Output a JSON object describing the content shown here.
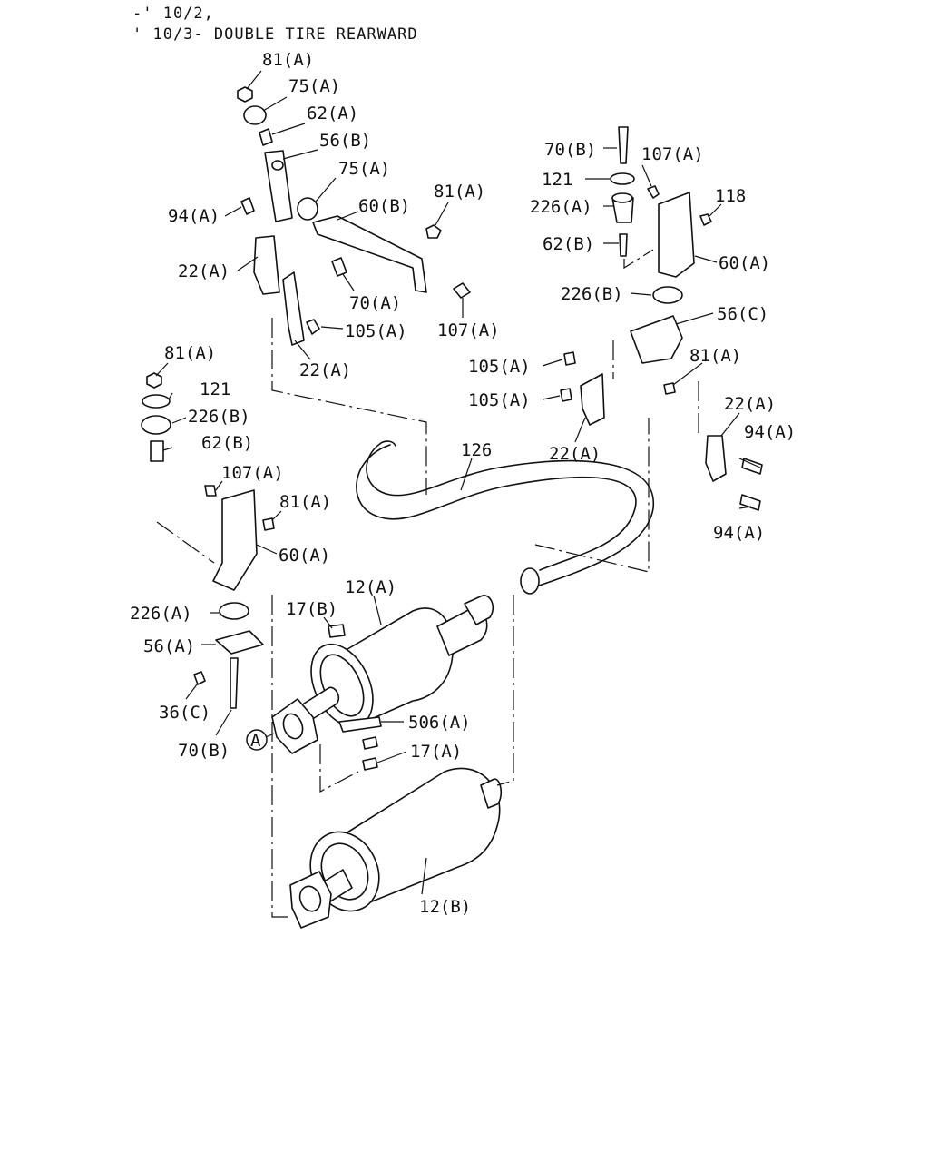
{
  "header": {
    "line1": "-' 10/2,",
    "line2": "' 10/3- DOUBLE TIRE REARWARD"
  },
  "callouts": {
    "c81a_1": "81(A)",
    "c75a_1": "75(A)",
    "c62a": "62(A)",
    "c56b": "56(B)",
    "c75a_2": "75(A)",
    "c94a_1": "94(A)",
    "c81a_2": "81(A)",
    "c60b": "60(B)",
    "c22a_1": "22(A)",
    "c70a": "70(A)",
    "c107a_1": "107(A)",
    "c105a_1": "105(A)",
    "c22a_2": "22(A)",
    "c70b_1": "70(B)",
    "c107a_2": "107(A)",
    "c121_1": "121",
    "c118": "118",
    "c226a_1": "226(A)",
    "c62b_1": "62(B)",
    "c60a_1": "60(A)",
    "c226b_1": "226(B)",
    "c56c": "56(C)",
    "c81a_3": "81(A)",
    "c105a_2": "105(A)",
    "c105a_3": "105(A)",
    "c22a_3": "22(A)",
    "c22a_4": "22(A)",
    "c94a_2": "94(A)",
    "c94a_3": "94(A)",
    "c126": "126",
    "c81a_4": "81(A)",
    "c121_2": "121",
    "c226b_2": "226(B)",
    "c62b_2": "62(B)",
    "c107a_3": "107(A)",
    "c81a_5": "81(A)",
    "c60a_2": "60(A)",
    "c226a_2": "226(A)",
    "c56a": "56(A)",
    "c36c": "36(C)",
    "c70b_2": "70(B)",
    "c17b": "17(B)",
    "c12a": "12(A)",
    "c506a": "506(A)",
    "c17a": "17(A)",
    "c12b": "12(B)",
    "circleA": "A"
  }
}
